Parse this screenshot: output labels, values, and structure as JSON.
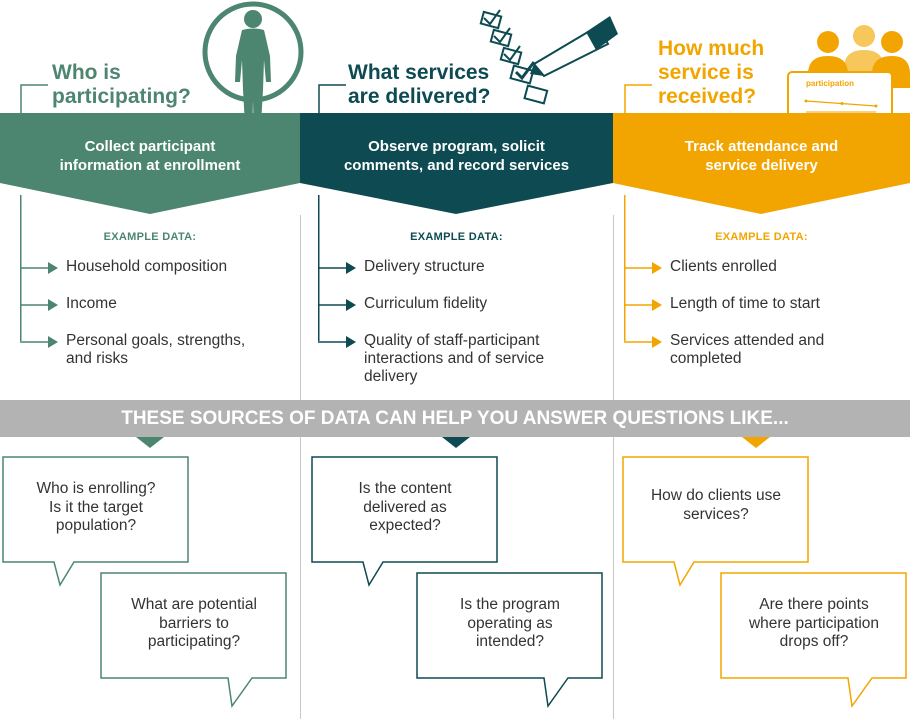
{
  "colors": {
    "green": "#4d8670",
    "teal": "#0d4a51",
    "orange": "#f2a500",
    "gray": "#b3b3b3",
    "text": "#333333"
  },
  "columns": [
    {
      "title": "Who is\nparticipating?",
      "banner": "Collect participant\ninformation at enrollment",
      "example_label": "EXAMPLE DATA:",
      "items": [
        "Household composition",
        "Income",
        "Personal goals, strengths,\nand risks"
      ],
      "icon": "person-icon"
    },
    {
      "title": "What services\nare delivered?",
      "banner": "Observe program, solicit\ncomments, and record services",
      "example_label": "EXAMPLE DATA:",
      "items": [
        "Delivery structure",
        "Curriculum fidelity",
        "Quality of staff-participant\ninteractions and of service\ndelivery"
      ],
      "icon": "checklist-pencil-icon"
    },
    {
      "title": "How much\nservice is\nreceived?",
      "banner": "Track attendance and\nservice delivery",
      "example_label": "EXAMPLE DATA:",
      "items": [
        "Clients enrolled",
        "Length of time to start",
        "Services attended and\ncompleted"
      ],
      "icon": "group-presentation-icon",
      "icon_label": "participation"
    }
  ],
  "bar_text": "THESE SOURCES OF DATA CAN HELP YOU ANSWER QUESTIONS LIKE...",
  "questions": [
    [
      "Who is enrolling?\nIs it the target\npopulation?",
      "What are potential\nbarriers to\nparticipating?"
    ],
    [
      "Is the content\ndelivered as\nexpected?",
      "Is the program\noperating as\nintended?"
    ],
    [
      "How do clients use\nservices?",
      "Are there points\nwhere participation\ndrops off?"
    ]
  ]
}
